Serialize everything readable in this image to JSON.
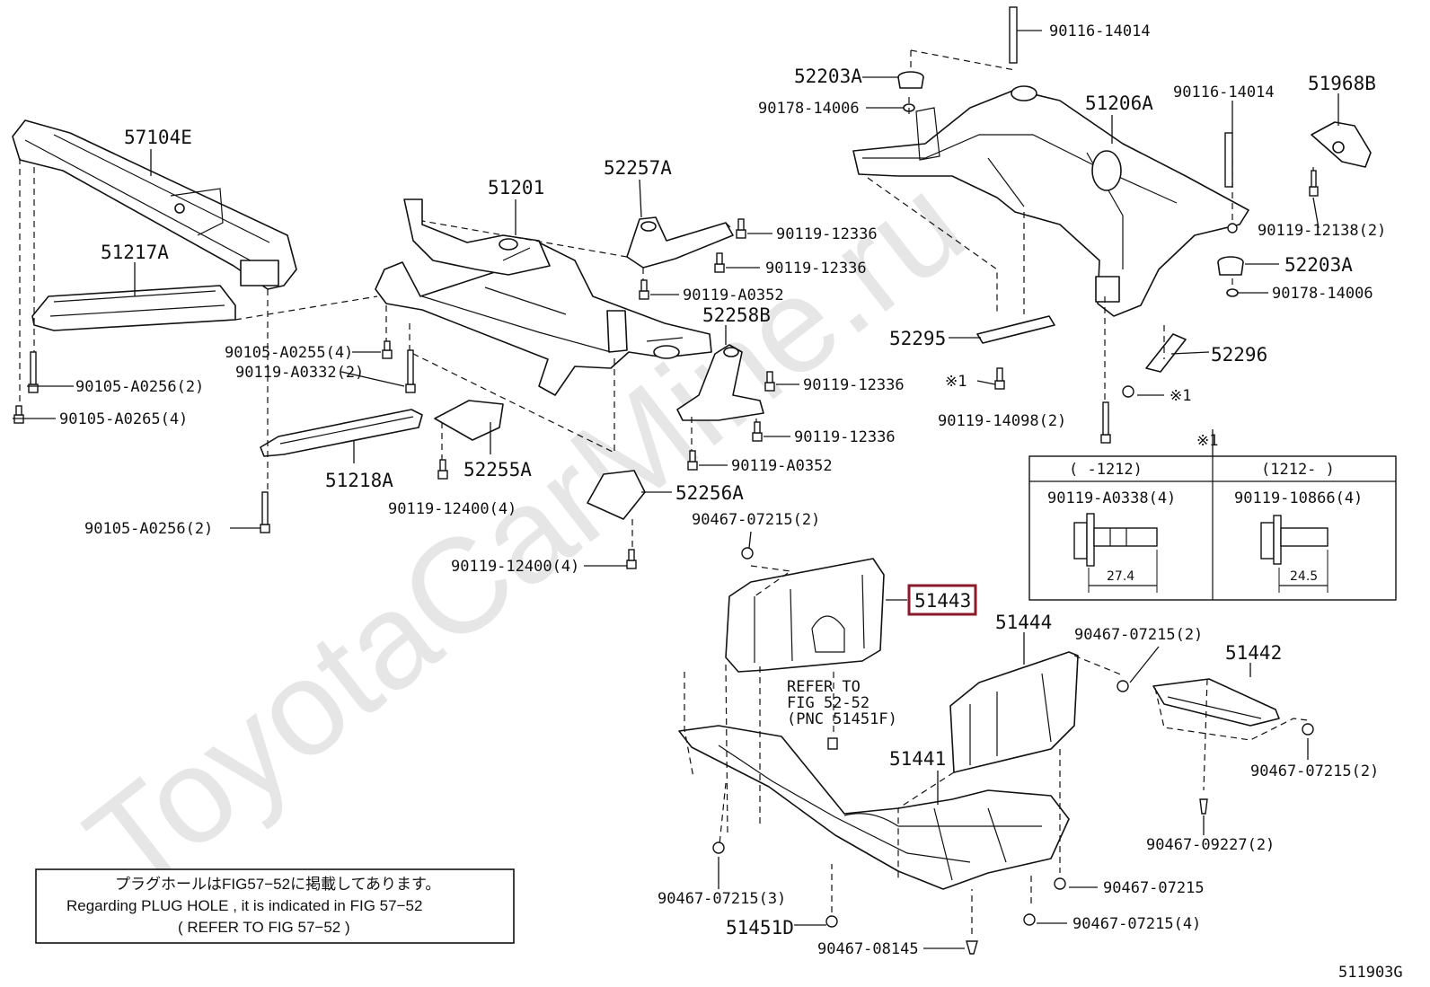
{
  "watermark": "ToyotaCarMine.ru",
  "parts": {
    "p57104E": "57104E",
    "p51217A": "51217A",
    "p51201": "51201",
    "p52257A": "52257A",
    "p52203A_top": "52203A",
    "p51206A": "51206A",
    "p51968B": "51968B",
    "p52203A_right": "52203A",
    "p52258B": "52258B",
    "p52295": "52295",
    "p52296": "52296",
    "p51218A": "51218A",
    "p52255A": "52255A",
    "p52256A": "52256A",
    "p51443": "51443",
    "p51444": "51444",
    "p51442": "51442",
    "p51441": "51441",
    "p51451D": "51451D"
  },
  "fasteners": {
    "f90116_14014_top": "90116-14014",
    "f90178_14006_top": "90178-14006",
    "f90116_14014_right": "90116-14014",
    "f90119_12138": "90119-12138(2)",
    "f90178_14006_right": "90178-14006",
    "f90119_12336_a": "90119-12336",
    "f90119_12336_b": "90119-12336",
    "f90119_A0352_a": "90119-A0352",
    "f90119_12336_c": "90119-12336",
    "f90119_12336_d": "90119-12336",
    "f90119_A0352_b": "90119-A0352",
    "f90105_A0255": "90105-A0255(4)",
    "f90119_A0332": "90119-A0332(2)",
    "f90105_A0256_4": "90105-A0256(2)",
    "f90105_A0265": "90105-A0265(4)",
    "f90105_A0256_2": "90105-A0256(2)",
    "f90119_12400_a": "90119-12400(4)",
    "f90119_12400_b": "90119-12400(4)",
    "f90467_07215_a": "90467-07215(2)",
    "f90467_07215_b": "90467-07215(2)",
    "f90467_07215_c": "90467-07215(2)",
    "f90467_09227": "90467-09227(2)",
    "f90467_07215_d": "90467-07215",
    "f90467_07215_e": "90467-07215(4)",
    "f90467_07215_f": "90467-07215(3)",
    "f90467_08145": "90467-08145",
    "f90119_14098": "90119-14098(2)",
    "mark1_a": "※1",
    "mark1_b": "※1"
  },
  "refer": {
    "line1": "REFER TO",
    "line2": "FIG 52-52",
    "line3": "(PNC 51451F)"
  },
  "inset": {
    "mark": "※1",
    "col1_range": "(      -1212)",
    "col2_range": "(1212-      )",
    "col1_part": "90119-A0338(4)",
    "col2_part": "90119-10866(4)",
    "col1_dim": "27.4",
    "col2_dim": "24.5"
  },
  "note": {
    "line1": "プラグホールはFIG57−52に掲載してあります。",
    "line2": "Regarding  PLUG HOLE , it is  indicated  in FIG 57−52",
    "line3": "( REFER TO FIG 57−52    )"
  },
  "figure_id": "511903G",
  "highlight_color": "#8b1a2b"
}
